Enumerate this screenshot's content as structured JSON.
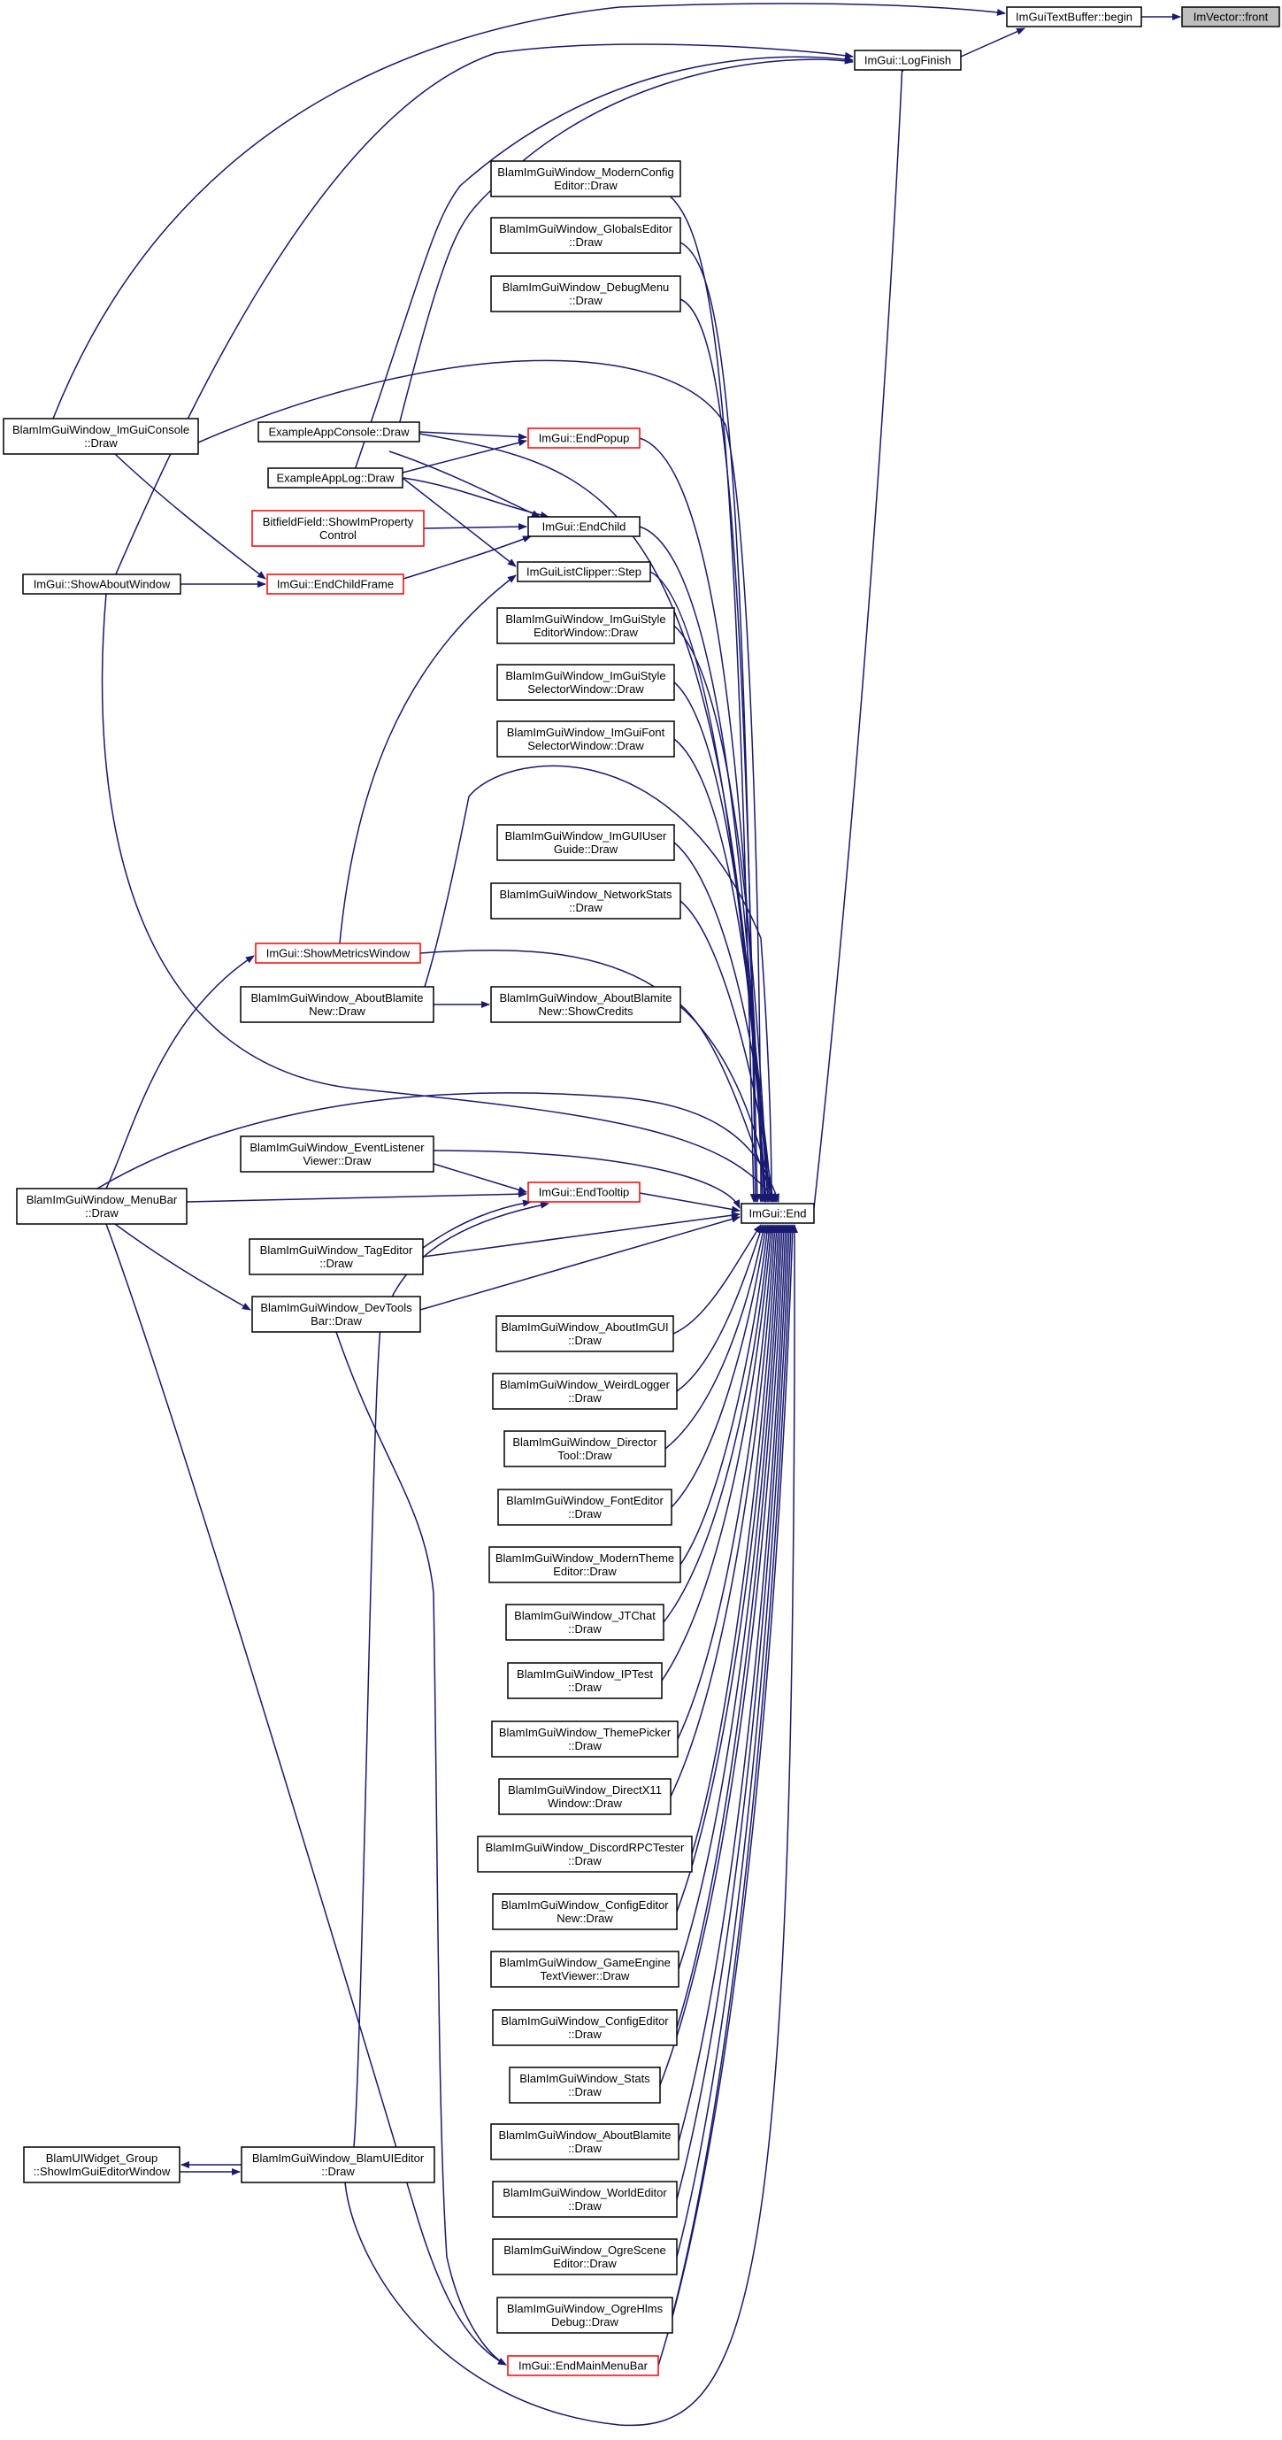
{
  "diagram": {
    "title": "",
    "colors": {
      "edge": "#191970",
      "highlight_border": "#ff0000",
      "root_fill": "#bfbfbf",
      "border": "#000000"
    },
    "nodes": [
      {
        "id": "imvector_front",
        "lines": [
          "ImVector::front"
        ],
        "style": "gray"
      },
      {
        "id": "textbuffer_begin",
        "lines": [
          "ImGuiTextBuffer::begin"
        ],
        "style": "black"
      },
      {
        "id": "logfinish",
        "lines": [
          "ImGui::LogFinish"
        ],
        "style": "black"
      },
      {
        "id": "modernconfig",
        "lines": [
          "BlamImGuiWindow_ModernConfig",
          "Editor::Draw"
        ],
        "style": "black"
      },
      {
        "id": "globalseditor",
        "lines": [
          "BlamImGuiWindow_GlobalsEditor",
          "::Draw"
        ],
        "style": "black"
      },
      {
        "id": "debugmenu",
        "lines": [
          "BlamImGuiWindow_DebugMenu",
          "::Draw"
        ],
        "style": "black"
      },
      {
        "id": "imguiconsole",
        "lines": [
          "BlamImGuiWindow_ImGuiConsole",
          "::Draw"
        ],
        "style": "black"
      },
      {
        "id": "exampleappconsole",
        "lines": [
          "ExampleAppConsole::Draw"
        ],
        "style": "black"
      },
      {
        "id": "endpopup",
        "lines": [
          "ImGui::EndPopup"
        ],
        "style": "red"
      },
      {
        "id": "exampleapplog",
        "lines": [
          "ExampleAppLog::Draw"
        ],
        "style": "black"
      },
      {
        "id": "bitfield",
        "lines": [
          "BitfieldField::ShowImProperty",
          "Control"
        ],
        "style": "red"
      },
      {
        "id": "endchild",
        "lines": [
          "ImGui::EndChild"
        ],
        "style": "black"
      },
      {
        "id": "showaboutwindow",
        "lines": [
          "ImGui::ShowAboutWindow"
        ],
        "style": "black"
      },
      {
        "id": "endchildframe",
        "lines": [
          "ImGui::EndChildFrame"
        ],
        "style": "red"
      },
      {
        "id": "listclipper",
        "lines": [
          "ImGuiListClipper::Step"
        ],
        "style": "black"
      },
      {
        "id": "styleeditor",
        "lines": [
          "BlamImGuiWindow_ImGuiStyle",
          "EditorWindow::Draw"
        ],
        "style": "black"
      },
      {
        "id": "styleselector",
        "lines": [
          "BlamImGuiWindow_ImGuiStyle",
          "SelectorWindow::Draw"
        ],
        "style": "black"
      },
      {
        "id": "fontselector",
        "lines": [
          "BlamImGuiWindow_ImGuiFont",
          "SelectorWindow::Draw"
        ],
        "style": "black"
      },
      {
        "id": "userguide",
        "lines": [
          "BlamImGuiWindow_ImGUIUser",
          "Guide::Draw"
        ],
        "style": "black"
      },
      {
        "id": "networkstats",
        "lines": [
          "BlamImGuiWindow_NetworkStats",
          "::Draw"
        ],
        "style": "black"
      },
      {
        "id": "showmetrics",
        "lines": [
          "ImGui::ShowMetricsWindow"
        ],
        "style": "red"
      },
      {
        "id": "aboutblamite_new",
        "lines": [
          "BlamImGuiWindow_AboutBlamite",
          "New::Draw"
        ],
        "style": "black"
      },
      {
        "id": "showcredits",
        "lines": [
          "BlamImGuiWindow_AboutBlamite",
          "New::ShowCredits"
        ],
        "style": "black"
      },
      {
        "id": "eventlistener",
        "lines": [
          "BlamImGuiWindow_EventListener",
          "Viewer::Draw"
        ],
        "style": "black"
      },
      {
        "id": "menubar",
        "lines": [
          "BlamImGuiWindow_MenuBar",
          "::Draw"
        ],
        "style": "black"
      },
      {
        "id": "endtooltip",
        "lines": [
          "ImGui::EndTooltip"
        ],
        "style": "red"
      },
      {
        "id": "imgui_end",
        "lines": [
          "ImGui::End"
        ],
        "style": "black"
      },
      {
        "id": "tageditor",
        "lines": [
          "BlamImGuiWindow_TagEditor",
          "::Draw"
        ],
        "style": "black"
      },
      {
        "id": "devtools",
        "lines": [
          "BlamImGuiWindow_DevTools",
          "Bar::Draw"
        ],
        "style": "black"
      },
      {
        "id": "aboutimgui",
        "lines": [
          "BlamImGuiWindow_AboutImGUI",
          "::Draw"
        ],
        "style": "black"
      },
      {
        "id": "weirdlogger",
        "lines": [
          "BlamImGuiWindow_WeirdLogger",
          "::Draw"
        ],
        "style": "black"
      },
      {
        "id": "directortool",
        "lines": [
          "BlamImGuiWindow_Director",
          "Tool::Draw"
        ],
        "style": "black"
      },
      {
        "id": "fonteditor",
        "lines": [
          "BlamImGuiWindow_FontEditor",
          "::Draw"
        ],
        "style": "black"
      },
      {
        "id": "moderntheme",
        "lines": [
          "BlamImGuiWindow_ModernTheme",
          "Editor::Draw"
        ],
        "style": "black"
      },
      {
        "id": "jtchat",
        "lines": [
          "BlamImGuiWindow_JTChat",
          "::Draw"
        ],
        "style": "black"
      },
      {
        "id": "iptest",
        "lines": [
          "BlamImGuiWindow_IPTest",
          "::Draw"
        ],
        "style": "black"
      },
      {
        "id": "themepicker",
        "lines": [
          "BlamImGuiWindow_ThemePicker",
          "::Draw"
        ],
        "style": "black"
      },
      {
        "id": "directx11",
        "lines": [
          "BlamImGuiWindow_DirectX11",
          "Window::Draw"
        ],
        "style": "black"
      },
      {
        "id": "discordrpc",
        "lines": [
          "BlamImGuiWindow_DiscordRPCTester",
          "::Draw"
        ],
        "style": "black"
      },
      {
        "id": "configeditor_new",
        "lines": [
          "BlamImGuiWindow_ConfigEditor",
          "New::Draw"
        ],
        "style": "black"
      },
      {
        "id": "gameengine",
        "lines": [
          "BlamImGuiWindow_GameEngine",
          "TextViewer::Draw"
        ],
        "style": "black"
      },
      {
        "id": "configeditor",
        "lines": [
          "BlamImGuiWindow_ConfigEditor",
          "::Draw"
        ],
        "style": "black"
      },
      {
        "id": "stats",
        "lines": [
          "BlamImGuiWindow_Stats",
          "::Draw"
        ],
        "style": "black"
      },
      {
        "id": "uiwidget_group",
        "lines": [
          "BlamUIWidget_Group",
          "::ShowImGuiEditorWindow"
        ],
        "style": "black"
      },
      {
        "id": "blamuieditor",
        "lines": [
          "BlamImGuiWindow_BlamUIEditor",
          "::Draw"
        ],
        "style": "black"
      },
      {
        "id": "aboutblamite",
        "lines": [
          "BlamImGuiWindow_AboutBlamite",
          "::Draw"
        ],
        "style": "black"
      },
      {
        "id": "worldeditor",
        "lines": [
          "BlamImGuiWindow_WorldEditor",
          "::Draw"
        ],
        "style": "black"
      },
      {
        "id": "ogrescene",
        "lines": [
          "BlamImGuiWindow_OgreScene",
          "Editor::Draw"
        ],
        "style": "black"
      },
      {
        "id": "ogrehlms",
        "lines": [
          "BlamImGuiWindow_OgreHlms",
          "Debug::Draw"
        ],
        "style": "black"
      },
      {
        "id": "endmainmenubar",
        "lines": [
          "ImGui::EndMainMenuBar"
        ],
        "style": "red"
      }
    ]
  }
}
